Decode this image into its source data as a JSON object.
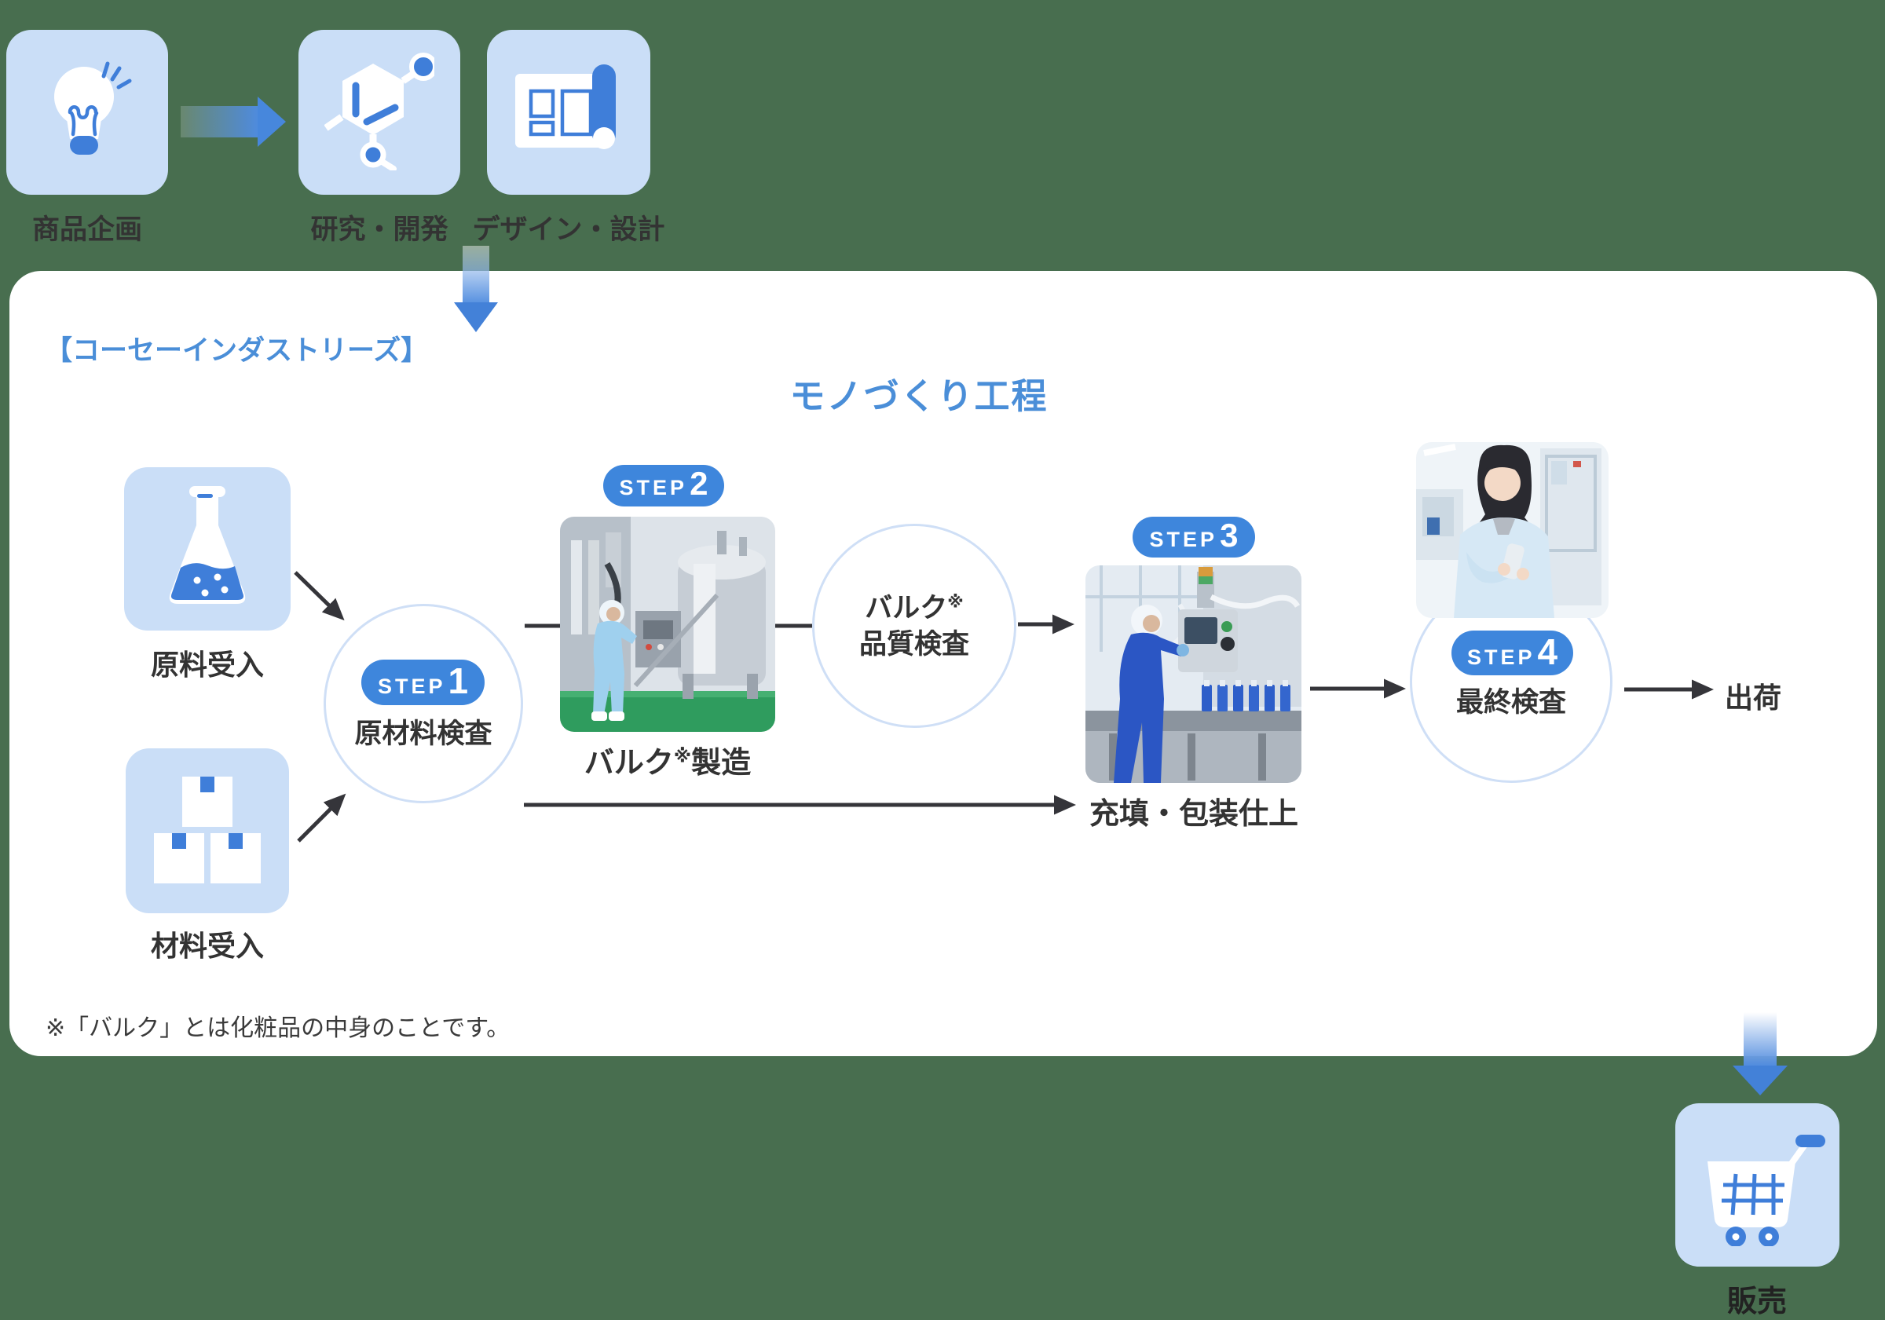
{
  "colors": {
    "background": "#486e4f",
    "panel": "#ffffff",
    "tile_blue": "#cadef7",
    "accent_blue": "#3f7ed9",
    "pill_blue": "#3e86dc",
    "heading_blue": "#4a8ed8",
    "text_dark": "#333333",
    "arrow_dark": "#35353a",
    "circle_border": "#cfdff6"
  },
  "top_flow": {
    "items": [
      {
        "label": "商品企画",
        "icon": "lightbulb-icon"
      },
      {
        "label": "研究・開発",
        "icon": "molecule-icon"
      },
      {
        "label": "デザイン・設計",
        "icon": "blueprint-icon"
      }
    ]
  },
  "panel": {
    "company_label": "【コーセーインダストリーズ】",
    "title": "モノづくり工程",
    "inputs": [
      {
        "label": "原料受入",
        "icon": "flask-icon"
      },
      {
        "label": "材料受入",
        "icon": "boxes-icon"
      }
    ],
    "steps": [
      {
        "badge": "STEP",
        "number": "1",
        "label": "原材料検査"
      },
      {
        "badge": "STEP",
        "number": "2",
        "label_main": "バルク",
        "note_mark": "※",
        "label_suffix": "製造"
      },
      {
        "badge": "STEP",
        "number": "3",
        "label": "充填・包装仕上"
      },
      {
        "badge": "STEP",
        "number": "4",
        "label": "最終検査"
      }
    ],
    "bulk_quality_check": {
      "line1": "バルク",
      "note_mark": "※",
      "line2": "品質検査"
    },
    "shipping_label": "出荷",
    "footnote": "※「バルク」とは化粧品の中身のことです。"
  },
  "bottom": {
    "sale_label": "販売"
  }
}
